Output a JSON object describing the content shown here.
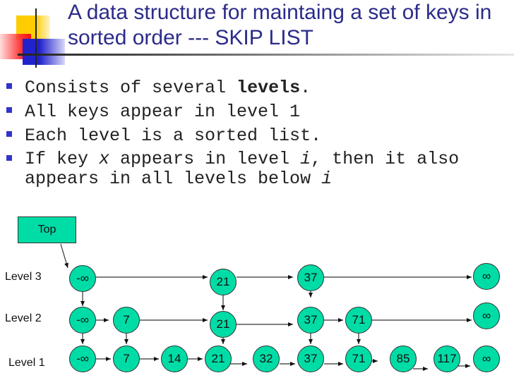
{
  "slide": {
    "title_line1": "A data structure for maintaing a set of keys in",
    "title_line2": "sorted order --- SKIP LIST",
    "bullets": [
      {
        "parts": [
          {
            "text": "Consists of several "
          },
          {
            "text": "levels",
            "style": "bold"
          },
          {
            "text": "."
          }
        ]
      },
      {
        "parts": [
          {
            "text": "All keys appear in level 1"
          }
        ]
      },
      {
        "parts": [
          {
            "text": "Each level is a sorted list."
          }
        ]
      },
      {
        "parts": [
          {
            "text": "If key "
          },
          {
            "text": "x",
            "style": "italic"
          },
          {
            "text": " appears in level "
          },
          {
            "text": "i",
            "style": "italic"
          },
          {
            "text": ", then it also"
          }
        ],
        "line2": [
          {
            "text": "appears in all levels below "
          },
          {
            "text": "i",
            "style": "italic"
          }
        ]
      }
    ],
    "colors": {
      "title": "#2b2b8a",
      "bullet": "#3333cc",
      "node_fill": "#00dca6"
    }
  },
  "diagram": {
    "top_label": "Top",
    "levels": [
      {
        "label": "Level 3",
        "nodes": [
          "-∞",
          "21",
          "37",
          "∞"
        ]
      },
      {
        "label": "Level 2",
        "nodes": [
          "-∞",
          "7",
          "21",
          "37",
          "71",
          "∞"
        ]
      },
      {
        "label": "Level 1",
        "nodes": [
          "-∞",
          "7",
          "14",
          "21",
          "32",
          "37",
          "71",
          "85",
          "117",
          "∞"
        ]
      }
    ]
  }
}
